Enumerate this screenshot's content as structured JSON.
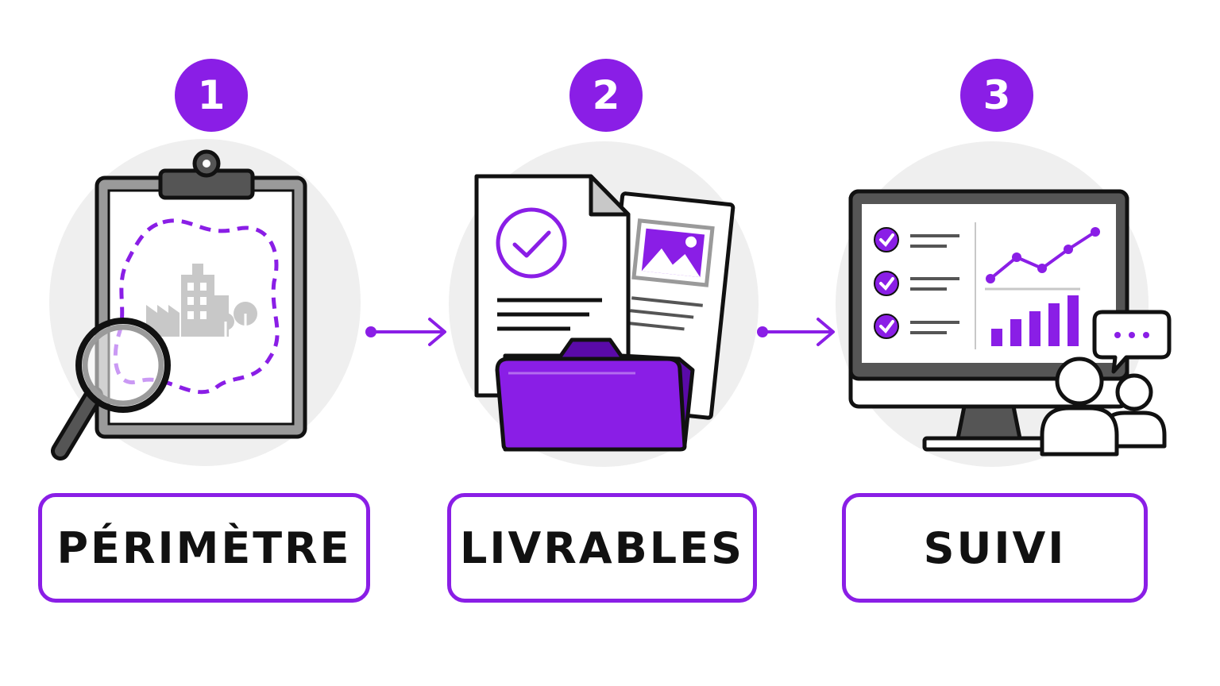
{
  "colors": {
    "accent": "#8a1ee6",
    "ink": "#111111",
    "halo": "#efefef",
    "gray": "#9a9a9a",
    "dark_gray": "#555555"
  },
  "steps": [
    {
      "number": "1",
      "label": "PÉRIMÈTRE",
      "icon": "clipboard-magnifier-icon"
    },
    {
      "number": "2",
      "label": "LIVRABLES",
      "icon": "documents-folder-icon"
    },
    {
      "number": "3",
      "label": "SUIVI",
      "icon": "monitor-dashboard-icon"
    }
  ]
}
